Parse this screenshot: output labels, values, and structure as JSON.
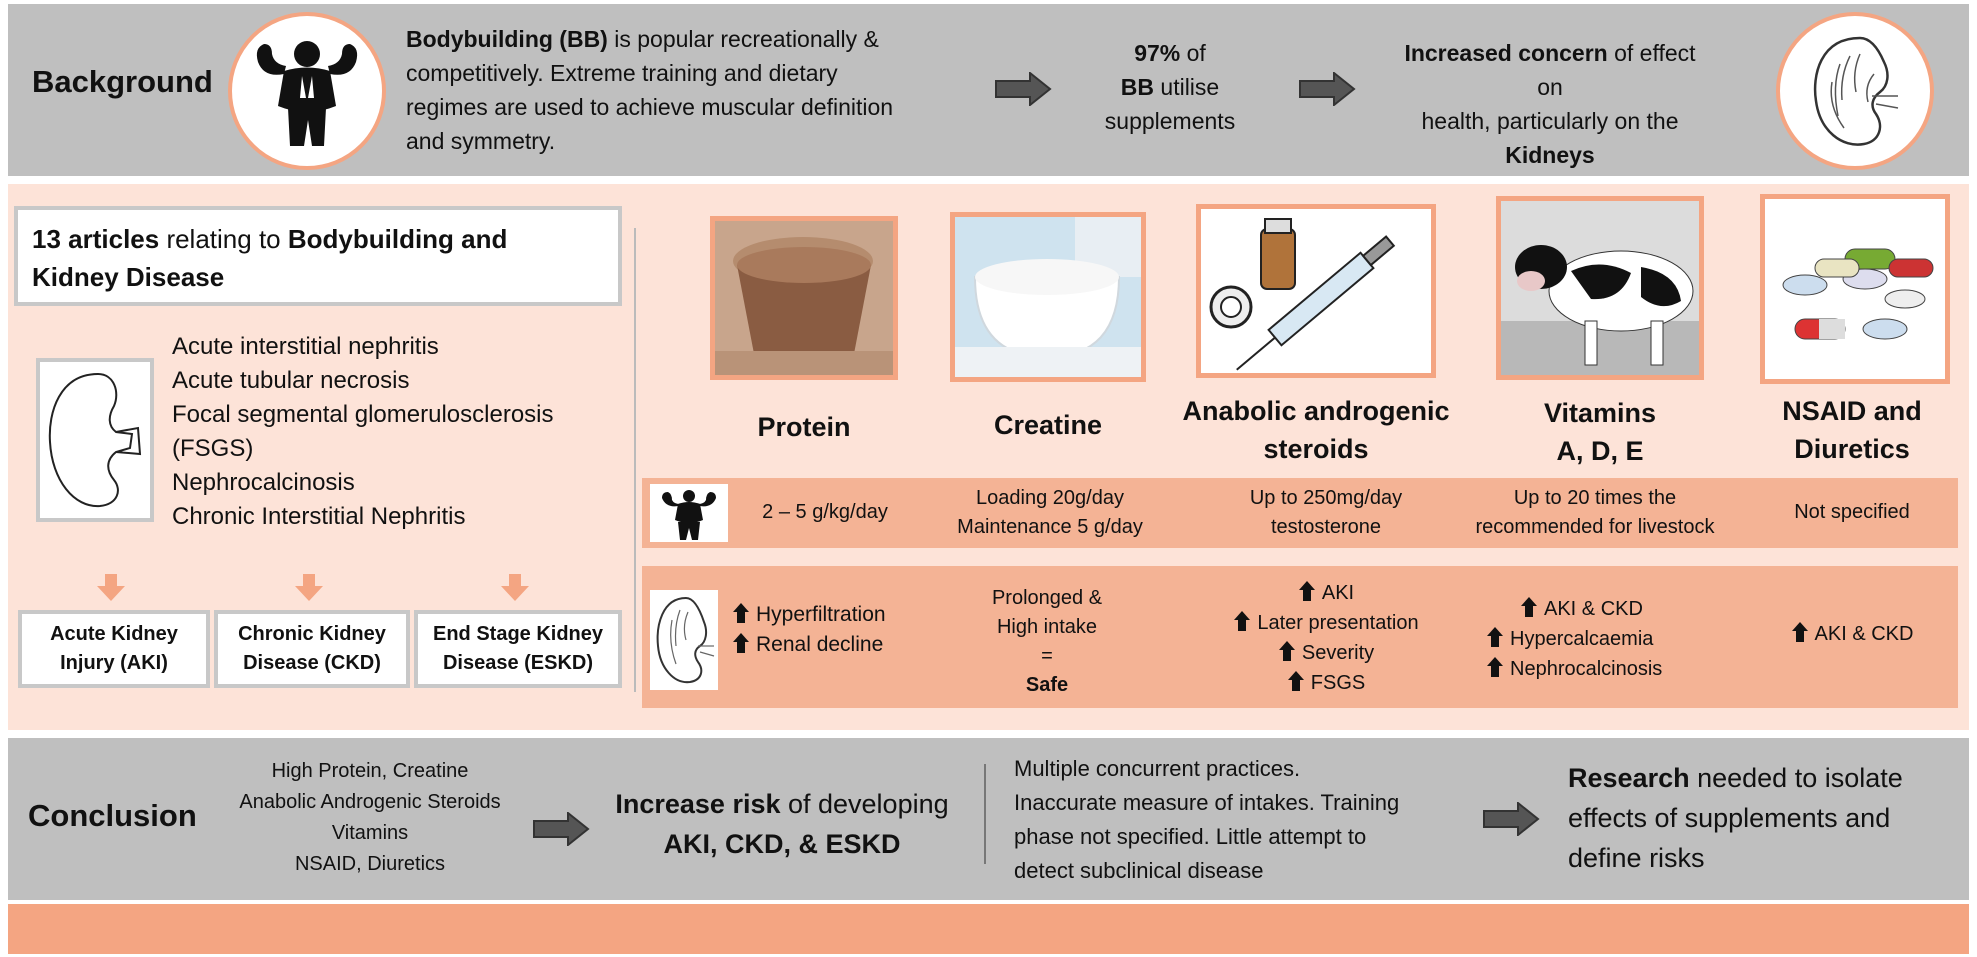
{
  "background": {
    "title": "Background",
    "intro_bold": "Bodybuilding (BB)",
    "intro_rest_1": " is popular recreationally &",
    "intro_line2": "competitively. Extreme training and dietary",
    "intro_line3": "regimes are used to achieve muscular definition",
    "intro_line4": "and symmetry.",
    "stat_value": "97%",
    "stat_of": " of",
    "stat_bb": "BB",
    "stat_rest": " utilise",
    "stat_line3": "supplements",
    "concern_bold": "Increased concern",
    "concern_rest1": " of effect on",
    "concern_line2": "health, particularly on the",
    "concern_line3": "Kidneys"
  },
  "review": {
    "count_bold": "13 articles",
    "count_rest": " relating to ",
    "topic_bold_1": "Bodybuilding and",
    "topic_bold_2": "Kidney Disease",
    "conditions": [
      "Acute interstitial nephritis",
      "Acute tubular necrosis",
      "Focal segmental glomerulosclerosis",
      "(FSGS)",
      "Nephrocalcinosis",
      "Chronic Interstitial Nephritis"
    ],
    "outcomes": [
      {
        "line1": "Acute Kidney",
        "line2": "Injury (AKI)"
      },
      {
        "line1": "Chronic Kidney",
        "line2": "Disease (CKD)"
      },
      {
        "line1": "End Stage Kidney",
        "line2": "Disease (ESKD)"
      }
    ]
  },
  "supplements": [
    {
      "label1": "Protein",
      "label2": ""
    },
    {
      "label1": "Creatine",
      "label2": ""
    },
    {
      "label1": "Anabolic androgenic",
      "label2": "steroids"
    },
    {
      "label1": "Vitamins",
      "label2": "A, D, E"
    },
    {
      "label1": "NSAID and",
      "label2": "Diuretics"
    }
  ],
  "intake_row": [
    {
      "line1": "2 – 5 g/kg/day",
      "line2": ""
    },
    {
      "line1": "Loading 20g/day",
      "line2": "Maintenance 5 g/day"
    },
    {
      "line1": "Up to 250mg/day",
      "line2": "testosterone"
    },
    {
      "line1": "Up to 20 times the",
      "line2": "recommended for livestock"
    },
    {
      "line1": "Not specified",
      "line2": ""
    }
  ],
  "effects_row": {
    "protein": [
      "Hyperfiltration",
      "Renal decline"
    ],
    "creatine": {
      "line1": "Prolonged &",
      "line2": "High intake",
      "line3": "=",
      "line4": "Safe"
    },
    "steroids": [
      "AKI",
      "Later presentation",
      "Severity",
      "FSGS"
    ],
    "vitamins": [
      "AKI & CKD",
      "Hypercalcaemia",
      "Nephrocalcinosis"
    ],
    "nsaid": [
      "AKI & CKD"
    ]
  },
  "conclusion": {
    "title": "Conclusion",
    "items": [
      "High Protein, Creatine",
      "Anabolic Androgenic Steroids",
      "Vitamins",
      "NSAID, Diuretics"
    ],
    "risk_bold": "Increase risk",
    "risk_rest": " of developing",
    "risk_line2": "AKI, CKD, & ESKD",
    "limitations": [
      "Multiple concurrent practices.",
      "Inaccurate measure of intakes. Training",
      "phase not specified. Little attempt to",
      "detect subclinical disease"
    ],
    "research_bold": "Research",
    "research_rest": " needed to isolate",
    "research_line2": "effects of supplements and",
    "research_line3": "define risks"
  },
  "icons": [
    "bodybuilder-icon",
    "kidney-icon",
    "protein-powder-image",
    "creatine-powder-image",
    "steroid-syringe-image",
    "cow-image",
    "pills-image",
    "arrow-right-icon",
    "arrow-down-icon",
    "arrow-up-icon"
  ],
  "colors": {
    "gray": "#bfbfbf",
    "peach": "#fde3d8",
    "orange": "#f4a582",
    "row": "#f4b395"
  }
}
